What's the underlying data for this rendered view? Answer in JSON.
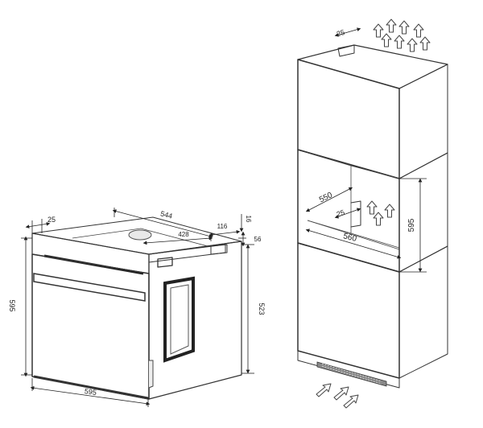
{
  "oven": {
    "width_label": "595",
    "height_label": "595",
    "depth_label": "544",
    "panel_label": "25",
    "inner_depth_label": "428",
    "side_label_16": "16",
    "side_label_116": "116",
    "side_label_56": "56",
    "body_height_label": "523"
  },
  "cabinet": {
    "top_gap_label": "25",
    "niche_depth_label": "550",
    "niche_gap_label": "25",
    "niche_width_label": "560",
    "niche_height_label": "595"
  },
  "colors": {
    "line": "#333333",
    "fill_panel": "#f4f4f4",
    "fill_dark": "#1a1a1a"
  },
  "icons": [
    "airflow-up-arrow-icon",
    "airflow-in-arrow-icon"
  ]
}
